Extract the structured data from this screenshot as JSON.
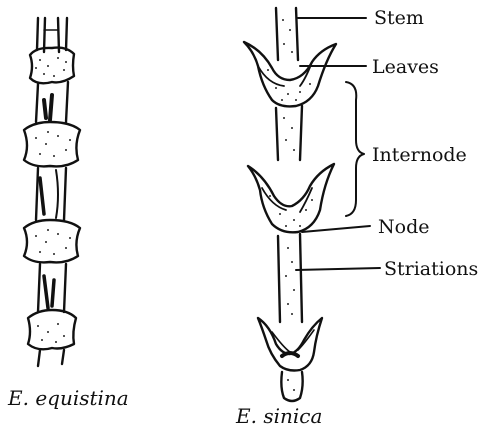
{
  "labels": {
    "stem": "Stem",
    "leaves": "Leaves",
    "internode": "Internode",
    "node": "Node",
    "striations": "Striations"
  },
  "captions": {
    "left": "E. equistina",
    "right": "E. sinica"
  }
}
